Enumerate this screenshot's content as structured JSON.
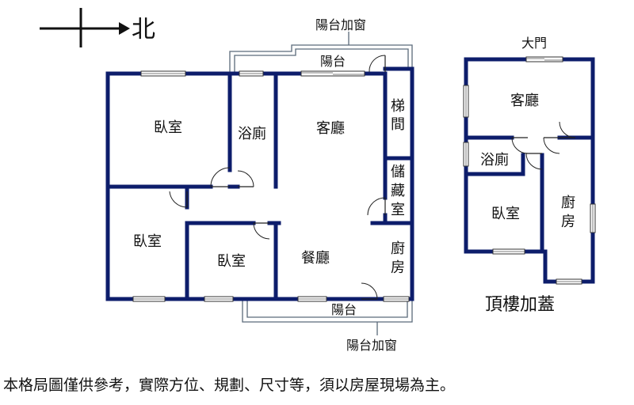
{
  "compass": {
    "direction_label": "北"
  },
  "main_unit": {
    "balcony_window_top_label": "陽台加窗",
    "balcony_top_label": "陽台",
    "balcony_bottom_label": "陽台",
    "balcony_window_bottom_label": "陽台加窗",
    "rooms": {
      "bedroom_top_left": "臥室",
      "bathroom": "浴廁",
      "living_room": "客廳",
      "stairwell": "梯間",
      "storage_room": "儲藏室",
      "bedroom_bottom_left": "臥室",
      "bedroom_middle": "臥室",
      "dining_room": "餐廳",
      "kitchen": "廚房"
    }
  },
  "rooftop_unit": {
    "entrance_label": "大門",
    "rooms": {
      "living_room": "客廳",
      "bathroom": "浴廁",
      "bedroom": "臥室",
      "kitchen": "廚房"
    },
    "title": "頂樓加蓋"
  },
  "disclaimer": "本格局圖僅供參考，實際方位、規劃、尺寸等，須以房屋現場為主。"
}
